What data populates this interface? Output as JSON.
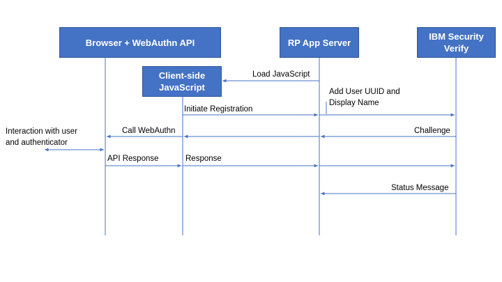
{
  "diagram": {
    "participants": {
      "browser": "Browser + WebAuthn API",
      "client_js": "Client-side\nJavaScript",
      "rp_server": "RP App Server",
      "ibm": "IBM Security\nVerify"
    },
    "messages": {
      "load_js": "Load JavaScript",
      "add_user": "Add User UUID and\nDisplay Name",
      "initiate_registration": "Initiate Registration",
      "call_webauthn": "Call WebAuthn",
      "challenge": "Challenge",
      "interaction": "Interaction with user\nand authenticator",
      "api_response": "API Response",
      "response": "Response",
      "status_message": "Status Message"
    },
    "colors": {
      "box_fill": "#4472c4",
      "line": "#4472c4"
    }
  }
}
